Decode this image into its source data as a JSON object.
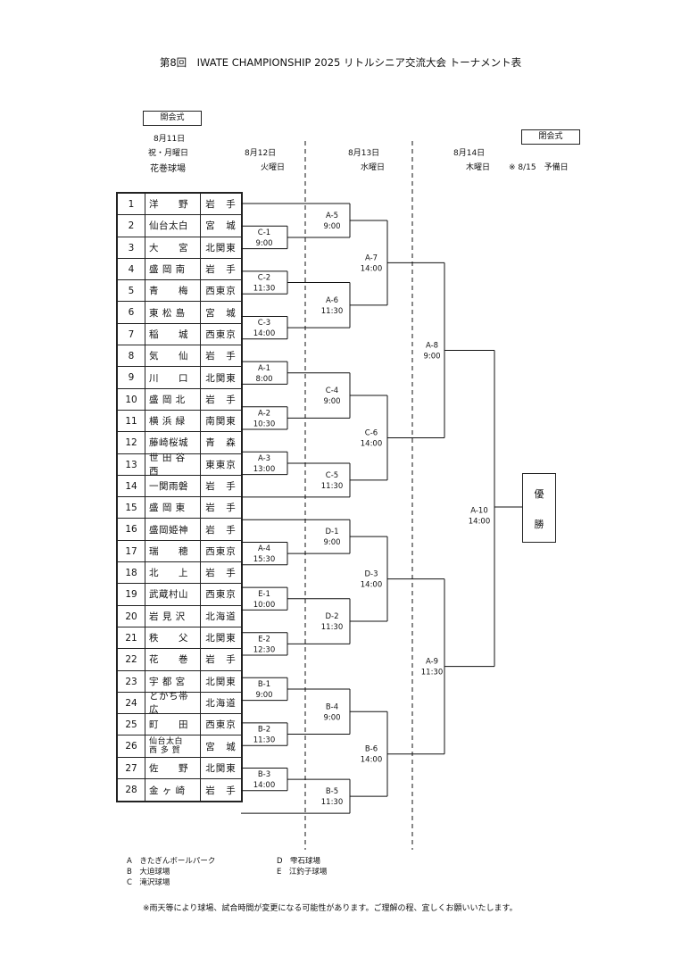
{
  "title": "第8回　IWATE CHAMPIONSHIP 2025 リトルシニア交流大会 トーナメント表",
  "opening": "開会式",
  "closing": "閉会式",
  "day1": {
    "date": "8月11日",
    "weekday": "祝・月曜日",
    "venue": "花巻球場"
  },
  "day2": {
    "date": "8月12日",
    "weekday": "火曜日"
  },
  "day3": {
    "date": "8月13日",
    "weekday": "水曜日"
  },
  "day4": {
    "date": "8月14日",
    "weekday": "木曜日"
  },
  "reserve": "※ 8/15　予備日",
  "winner": [
    "優",
    "勝"
  ],
  "teams": [
    {
      "no": "1",
      "name": "洋　　野",
      "region": "岩　手"
    },
    {
      "no": "2",
      "name": "仙台太白",
      "region": "宮　城"
    },
    {
      "no": "3",
      "name": "大　　宮",
      "region": "北関東"
    },
    {
      "no": "4",
      "name": "盛 岡 南",
      "region": "岩　手"
    },
    {
      "no": "5",
      "name": "青　　梅",
      "region": "西東京"
    },
    {
      "no": "6",
      "name": "東 松 島",
      "region": "宮　城"
    },
    {
      "no": "7",
      "name": "稲　　城",
      "region": "西東京"
    },
    {
      "no": "8",
      "name": "気　　仙",
      "region": "岩　手"
    },
    {
      "no": "9",
      "name": "川　　口",
      "region": "北関東"
    },
    {
      "no": "10",
      "name": "盛 岡 北",
      "region": "岩　手"
    },
    {
      "no": "11",
      "name": "横 浜 緑",
      "region": "南関東"
    },
    {
      "no": "12",
      "name": "藤崎桜城",
      "region": "青　森"
    },
    {
      "no": "13",
      "name": "世 田 谷 西",
      "region": "東東京"
    },
    {
      "no": "14",
      "name": "一関雨磐",
      "region": "岩　手"
    },
    {
      "no": "15",
      "name": "盛 岡 東",
      "region": "岩　手"
    },
    {
      "no": "16",
      "name": "盛岡姫神",
      "region": "岩　手"
    },
    {
      "no": "17",
      "name": "瑞　　穂",
      "region": "西東京"
    },
    {
      "no": "18",
      "name": "北　　上",
      "region": "岩　手"
    },
    {
      "no": "19",
      "name": "武蔵村山",
      "region": "西東京"
    },
    {
      "no": "20",
      "name": "岩 見 沢",
      "region": "北海道"
    },
    {
      "no": "21",
      "name": "秩　　父",
      "region": "北関東"
    },
    {
      "no": "22",
      "name": "花　　巻",
      "region": "岩　手"
    },
    {
      "no": "23",
      "name": "宇 都 宮",
      "region": "北関東"
    },
    {
      "no": "24",
      "name": "とかち帯広",
      "region": "北海道"
    },
    {
      "no": "25",
      "name": "町　　田",
      "region": "西東京"
    },
    {
      "no": "26",
      "name": "仙台太白",
      "name2": "西 多 賀",
      "region": "宮　城"
    },
    {
      "no": "27",
      "name": "佐　　野",
      "region": "北関東"
    },
    {
      "no": "28",
      "name": "金 ヶ 崎",
      "region": "岩　手"
    }
  ],
  "matches": {
    "C1": {
      "id": "C-1",
      "time": "9:00"
    },
    "C2": {
      "id": "C-2",
      "time": "11:30"
    },
    "C3": {
      "id": "C-3",
      "time": "14:00"
    },
    "A1": {
      "id": "A-1",
      "time": "8:00"
    },
    "A2": {
      "id": "A-2",
      "time": "10:30"
    },
    "A3": {
      "id": "A-3",
      "time": "13:00"
    },
    "A4": {
      "id": "A-4",
      "time": "15:30"
    },
    "E1": {
      "id": "E-1",
      "time": "10:00"
    },
    "E2": {
      "id": "E-2",
      "time": "12:30"
    },
    "B1": {
      "id": "B-1",
      "time": "9:00"
    },
    "B2": {
      "id": "B-2",
      "time": "11:30"
    },
    "B3": {
      "id": "B-3",
      "time": "14:00"
    },
    "A5": {
      "id": "A-5",
      "time": "9:00"
    },
    "A6": {
      "id": "A-6",
      "time": "11:30"
    },
    "C4": {
      "id": "C-4",
      "time": "9:00"
    },
    "C5": {
      "id": "C-5",
      "time": "11:30"
    },
    "D1": {
      "id": "D-1",
      "time": "9:00"
    },
    "D2": {
      "id": "D-2",
      "time": "11:30"
    },
    "B4": {
      "id": "B-4",
      "time": "9:00"
    },
    "B5": {
      "id": "B-5",
      "time": "11:30"
    },
    "A7": {
      "id": "A-7",
      "time": "14:00"
    },
    "C6": {
      "id": "C-6",
      "time": "14:00"
    },
    "D3": {
      "id": "D-3",
      "time": "14:00"
    },
    "B6": {
      "id": "B-6",
      "time": "14:00"
    },
    "A8": {
      "id": "A-8",
      "time": "9:00"
    },
    "A9": {
      "id": "A-9",
      "time": "11:30"
    },
    "A10": {
      "id": "A-10",
      "time": "14:00"
    }
  },
  "legend": {
    "A": "A　きたぎんボールパーク",
    "B": "B　大迫球場",
    "C": "C　滝沢球場",
    "D": "D　雫石球場",
    "E": "E　江釣子球場"
  },
  "note": "※雨天等により球場、試合時間が変更になる可能性があります。ご理解の程、宜しくお願いいたします。"
}
